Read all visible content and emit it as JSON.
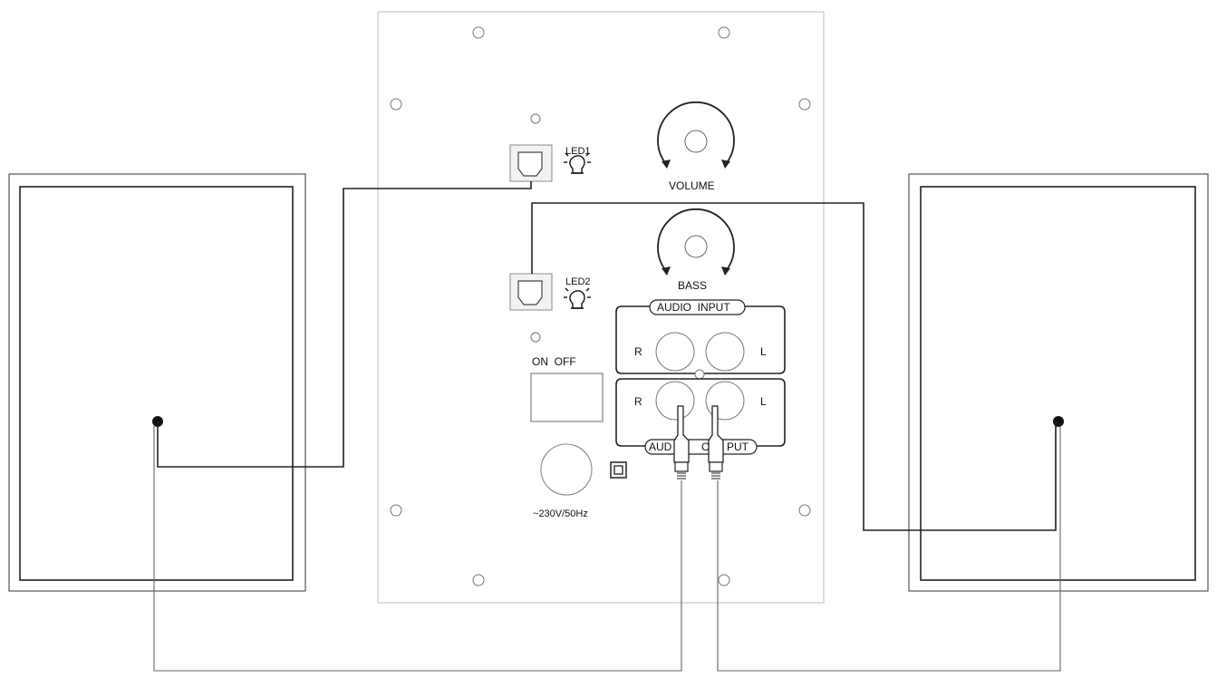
{
  "labels": {
    "led1": "LED1",
    "led2": "LED2",
    "volume": "VOLUME",
    "bass": "BASS",
    "audio_input": "AUDIO  INPUT",
    "audio_output_left": "AUD",
    "audio_output_mid": "OU",
    "audio_output_right": "PUT",
    "input_r": "R",
    "input_l": "L",
    "output_r": "R",
    "output_l": "L",
    "on_off": "ON  OFF",
    "power": "~230V/50Hz"
  },
  "icons": {
    "led1": "led-bulb-icon",
    "led2": "led-bulb-icon",
    "volume_knob": "rotary-knob-icon",
    "bass_knob": "rotary-knob-icon",
    "double_insulation": "double-square-icon"
  }
}
